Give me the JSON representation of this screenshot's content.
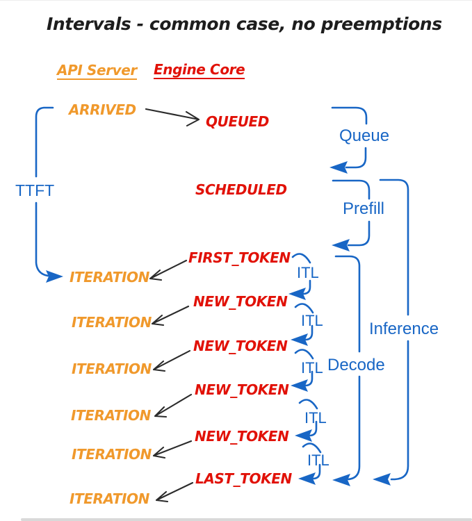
{
  "title": "Intervals - common case, no preemptions",
  "columns": {
    "api_server": "API Server",
    "engine_core": "Engine Core"
  },
  "events": {
    "arrived": "ARRIVED",
    "queued": "QUEUED",
    "scheduled": "SCHEDULED",
    "first_token": "FIRST_TOKEN",
    "new_token": "NEW_TOKEN",
    "last_token": "LAST_TOKEN",
    "iteration": "ITERATION"
  },
  "intervals": {
    "ttft": "TTFT",
    "queue": "Queue",
    "prefill": "Prefill",
    "itl": "ITL",
    "decode": "Decode",
    "inference": "Inference"
  },
  "colors": {
    "api": "#F0992C",
    "engine": "#E11107",
    "interval": "#1866C5",
    "arrow": "#2B2B2B",
    "background": "#FFFFFF"
  }
}
